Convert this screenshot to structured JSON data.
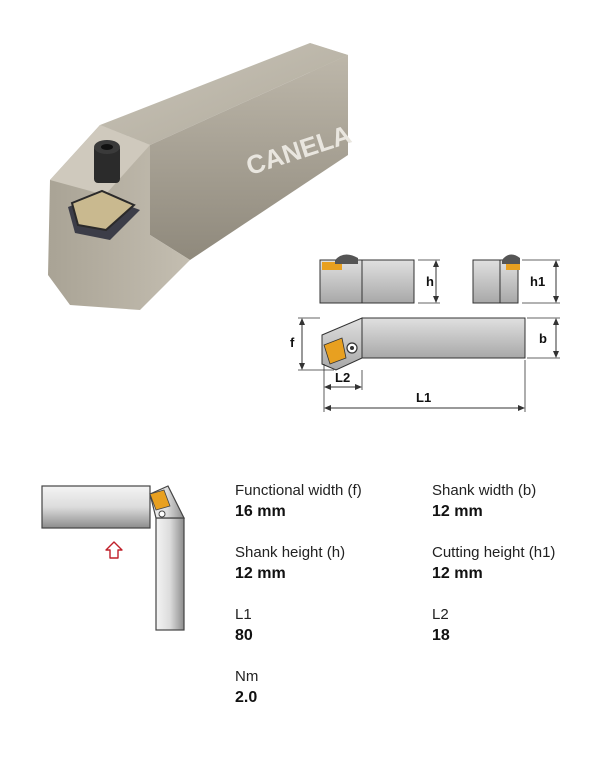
{
  "product": {
    "brand_marking": "CANELA"
  },
  "dimension_drawing": {
    "labels": {
      "h": "h",
      "h1": "h1",
      "f": "f",
      "b": "b",
      "L2": "L2",
      "L1": "L1"
    }
  },
  "specs": [
    {
      "label": "Functional width (f)",
      "value": "16 mm"
    },
    {
      "label": "Shank width (b)",
      "value": "12 mm"
    },
    {
      "label": "Shank height (h)",
      "value": "12 mm"
    },
    {
      "label": "Cutting height (h1)",
      "value": "12 mm"
    },
    {
      "label": "L1",
      "value": "80"
    },
    {
      "label": "L2",
      "value": "18"
    },
    {
      "label": "Nm",
      "value": "2.0"
    }
  ],
  "colors": {
    "insert": "#e8a020",
    "steel_light": "#f2f2f2",
    "steel_dark": "#9a9a9a",
    "arrow": "#c0202a"
  }
}
